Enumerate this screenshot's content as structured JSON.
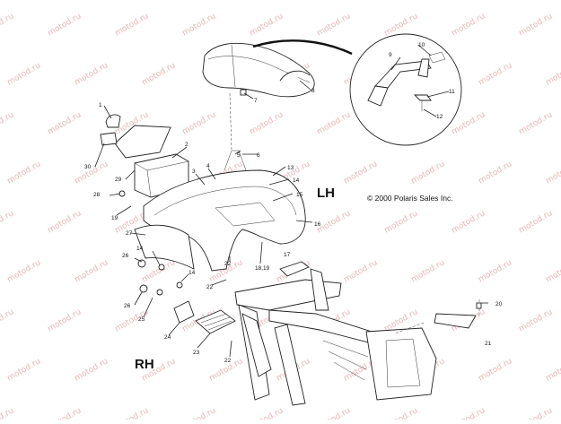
{
  "labels": {
    "lh": "LH",
    "rh": "RH",
    "copyright": "© 2000 Polaris Sales Inc."
  },
  "watermark": "motod.ru",
  "callouts": [
    {
      "id": "1",
      "name": "callout-1"
    },
    {
      "id": "2",
      "name": "callout-2"
    },
    {
      "id": "3",
      "name": "callout-3"
    },
    {
      "id": "4",
      "name": "callout-4"
    },
    {
      "id": "5",
      "name": "callout-5"
    },
    {
      "id": "6",
      "name": "callout-6"
    },
    {
      "id": "7",
      "name": "callout-7"
    },
    {
      "id": "8",
      "name": "callout-8"
    },
    {
      "id": "9",
      "name": "callout-9"
    },
    {
      "id": "10",
      "name": "callout-10"
    },
    {
      "id": "11",
      "name": "callout-11"
    },
    {
      "id": "12",
      "name": "callout-12"
    },
    {
      "id": "13",
      "name": "callout-13"
    },
    {
      "id": "14",
      "name": "callout-14-a"
    },
    {
      "id": "14",
      "name": "callout-14-b"
    },
    {
      "id": "14",
      "name": "callout-14-c"
    },
    {
      "id": "15",
      "name": "callout-15"
    },
    {
      "id": "16",
      "name": "callout-16"
    },
    {
      "id": "17",
      "name": "callout-17"
    },
    {
      "id": "18,19",
      "name": "callout-18-19"
    },
    {
      "id": "19",
      "name": "callout-19"
    },
    {
      "id": "20",
      "name": "callout-20"
    },
    {
      "id": "21",
      "name": "callout-21"
    },
    {
      "id": "22",
      "name": "callout-22-a"
    },
    {
      "id": "22",
      "name": "callout-22-b"
    },
    {
      "id": "22",
      "name": "callout-22-c"
    },
    {
      "id": "23",
      "name": "callout-23"
    },
    {
      "id": "24",
      "name": "callout-24"
    },
    {
      "id": "25",
      "name": "callout-25"
    },
    {
      "id": "26",
      "name": "callout-26-a"
    },
    {
      "id": "26",
      "name": "callout-26-b"
    },
    {
      "id": "27",
      "name": "callout-27"
    },
    {
      "id": "28",
      "name": "callout-28"
    },
    {
      "id": "29",
      "name": "callout-29"
    },
    {
      "id": "30",
      "name": "callout-30"
    }
  ]
}
